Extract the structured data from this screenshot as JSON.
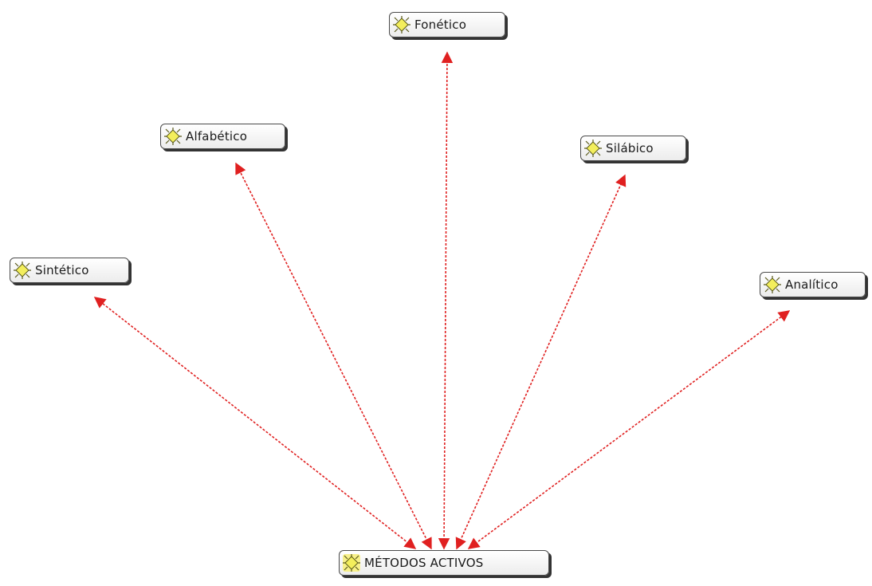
{
  "diagram": {
    "root": {
      "id": "root",
      "label": "MÉTODOS ACTIVOS",
      "icon": "concept-icon"
    },
    "nodes": [
      {
        "id": "fonetico",
        "label": "Fonético",
        "icon": "concept-icon"
      },
      {
        "id": "alfabetico",
        "label": "Alfabético",
        "icon": "concept-icon"
      },
      {
        "id": "silabico",
        "label": "Silábico",
        "icon": "concept-icon"
      },
      {
        "id": "sintetico",
        "label": "Sintético",
        "icon": "concept-icon"
      },
      {
        "id": "analitico",
        "label": "Analítico",
        "icon": "concept-icon"
      }
    ],
    "edges": [
      {
        "from": "root",
        "to": "fonetico",
        "style": "dashed",
        "arrows": "both"
      },
      {
        "from": "root",
        "to": "alfabetico",
        "style": "dashed",
        "arrows": "both"
      },
      {
        "from": "root",
        "to": "silabico",
        "style": "dashed",
        "arrows": "both"
      },
      {
        "from": "root",
        "to": "sintetico",
        "style": "dashed",
        "arrows": "both"
      },
      {
        "from": "root",
        "to": "analitico",
        "style": "dashed",
        "arrows": "both"
      }
    ],
    "colors": {
      "edge": "#e02020",
      "icon_fill": "#f3ee5c",
      "icon_stroke": "#5a5a1a",
      "node_border": "#4a4a4a"
    }
  }
}
